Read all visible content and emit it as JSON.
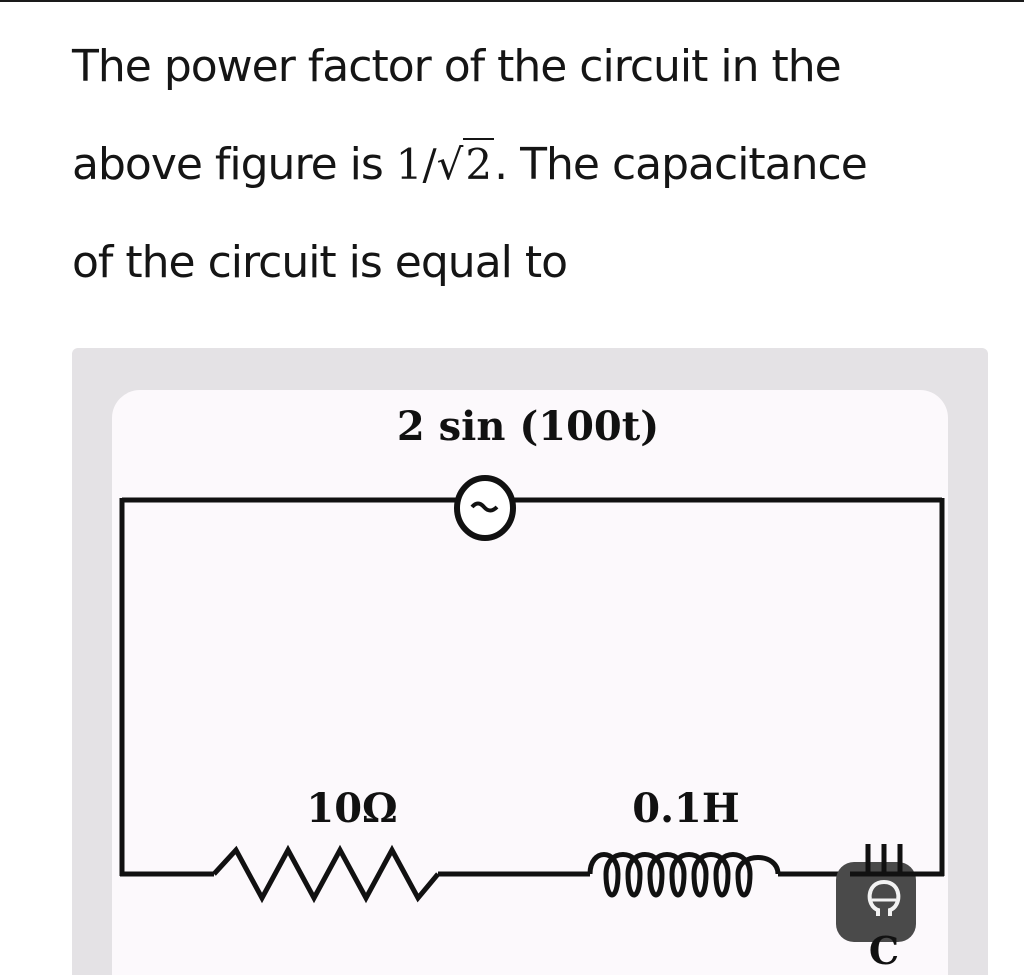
{
  "question": {
    "line1": "The power factor of the circuit in the",
    "line2_prefix": "above figure is ",
    "math_num": "1",
    "math_slash": "/",
    "math_sqrt_arg": "2",
    "line2_suffix": ". The capacitance",
    "line3": "of the circuit is equal to"
  },
  "circuit": {
    "source_label": "2 sin (100t)",
    "resistor_label": "10Ω",
    "inductor_label": "0.1H",
    "capacitor_label": "C"
  },
  "colors": {
    "wire": "#111111",
    "frame": "#e4e2e5",
    "card": "#fcf9fc",
    "badge": "#4a4a4a"
  }
}
